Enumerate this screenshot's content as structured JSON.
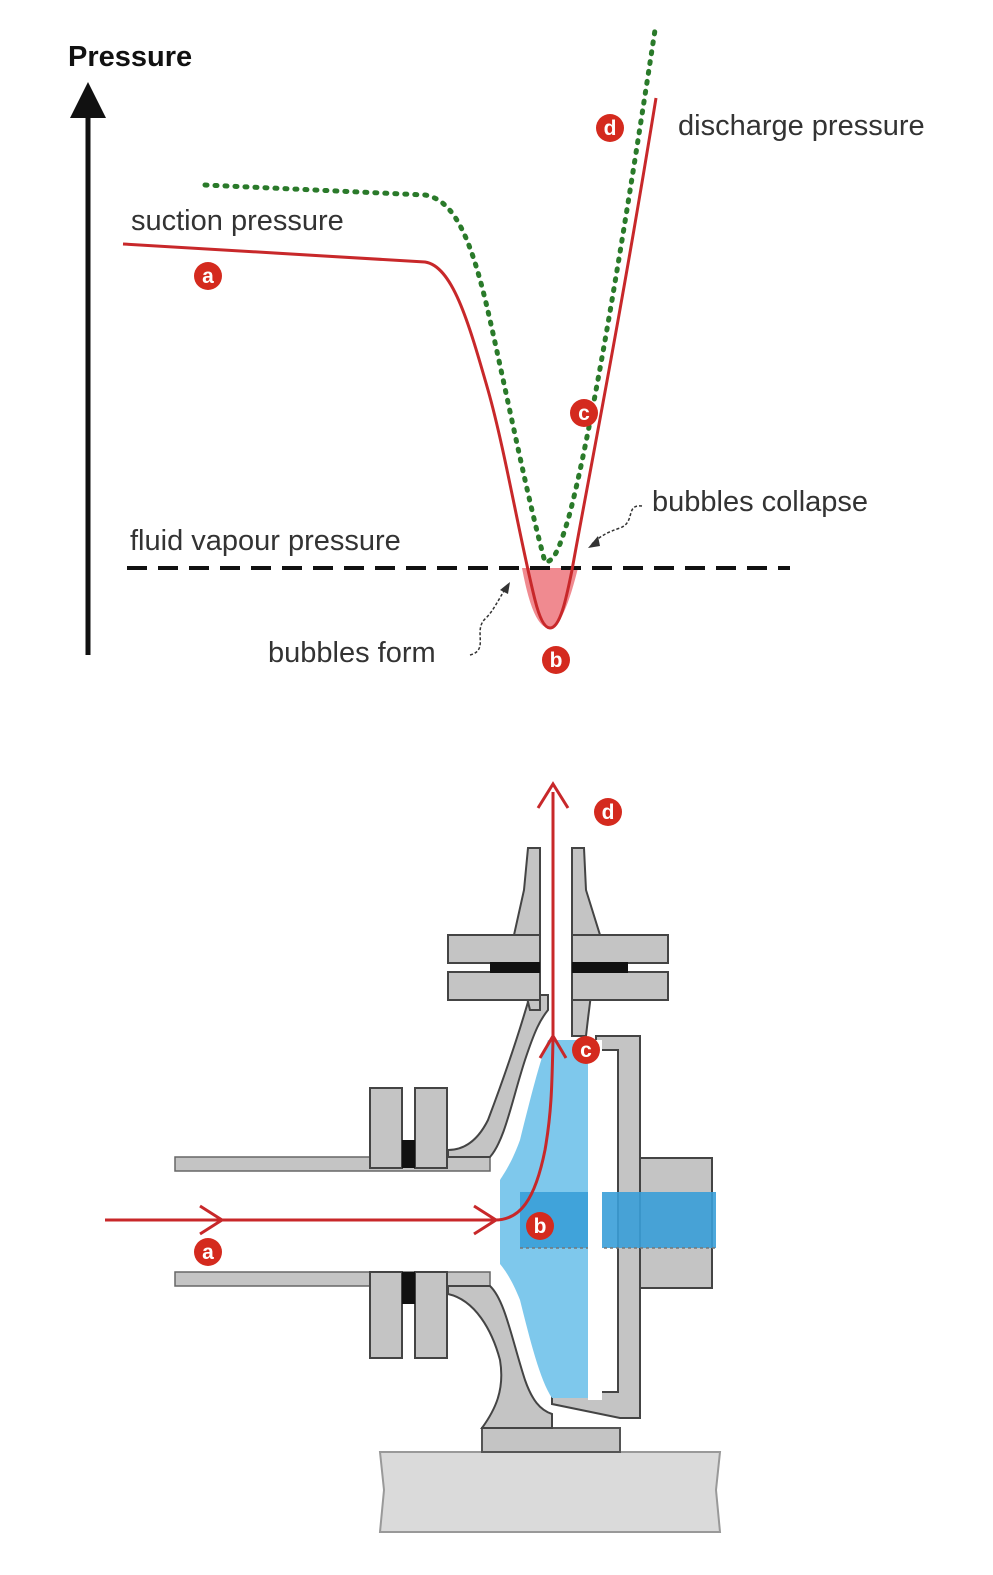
{
  "graph": {
    "axis_label": "Pressure",
    "labels": {
      "suction": "suction pressure",
      "discharge": "discharge pressure",
      "vapour": "fluid vapour pressure",
      "bubbles_collapse": "bubbles collapse",
      "bubbles_form": "bubbles form"
    },
    "markers": [
      "a",
      "b",
      "c",
      "d"
    ]
  },
  "pump": {
    "markers": [
      "a",
      "b",
      "c",
      "d"
    ]
  },
  "colors": {
    "curve": "#c8282a",
    "dotted": "#2a7a2a",
    "bubble_fill": "#f08a90",
    "marker_fill": "#d42a1e",
    "impeller": "#7ec8ec",
    "impeller_band": "#3a9ed8",
    "casing": "#c4c4c4",
    "base": "#dadada"
  }
}
